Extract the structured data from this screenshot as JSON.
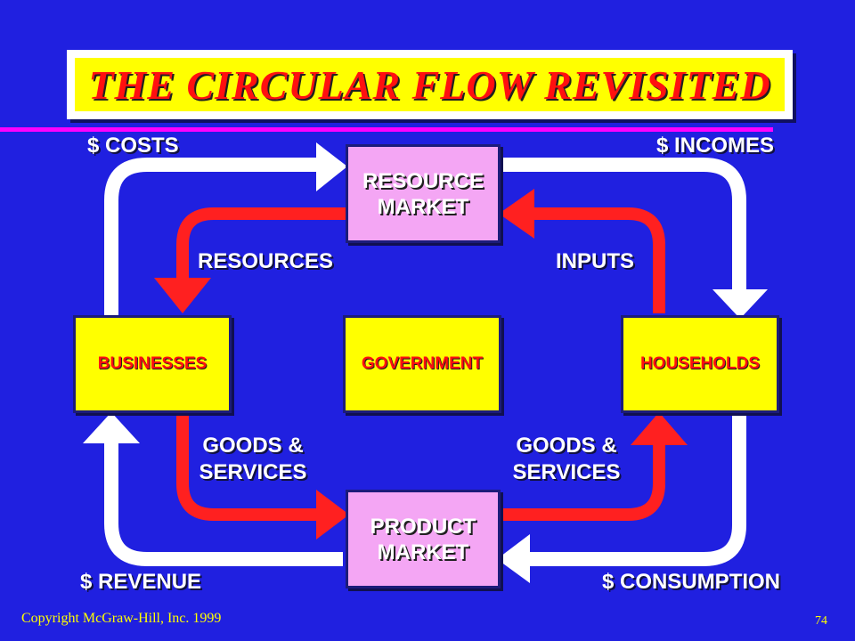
{
  "title": "THE CIRCULAR FLOW REVISITED",
  "markets": {
    "resource": "RESOURCE\nMARKET",
    "product": "PRODUCT\nMARKET"
  },
  "sectors": {
    "businesses": "BUSINESSES",
    "government": "GOVERNMENT",
    "households": "HOUSEHOLDS"
  },
  "flows": {
    "costs": "$ COSTS",
    "incomes": "$ INCOMES",
    "revenue": "$ REVENUE",
    "consumption": "$ CONSUMPTION",
    "resources": "RESOURCES",
    "inputs": "INPUTS",
    "goods_left": "GOODS &\nSERVICES",
    "goods_right": "GOODS &\nSERVICES"
  },
  "colors": {
    "background": "#2020e0",
    "money_flow": "#ffffff",
    "real_flow": "#ff2020",
    "market_box": "#f4a6f4",
    "sector_box": "#ffff00",
    "title_text": "#ff1010",
    "accent_rule": "#ff00ff"
  },
  "footer": {
    "copyright": "Copyright McGraw-Hill, Inc. 1999",
    "page": "74"
  }
}
